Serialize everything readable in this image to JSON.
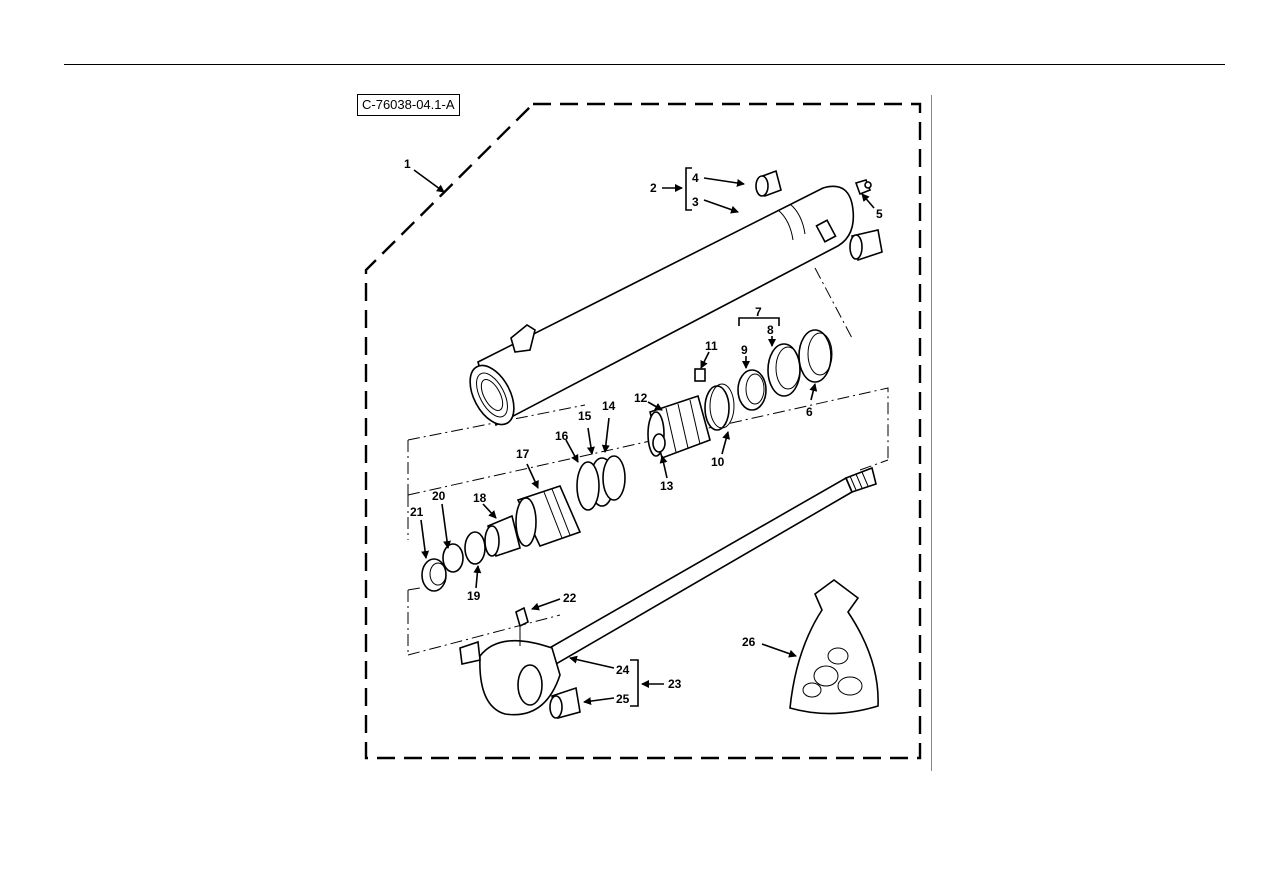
{
  "figure": {
    "id_label": "C-76038-04.1-A"
  },
  "callouts": {
    "c1": "1",
    "c2": "2",
    "c3": "3",
    "c4": "4",
    "c5": "5",
    "c6": "6",
    "c7": "7",
    "c8": "8",
    "c9": "9",
    "c10": "10",
    "c11": "11",
    "c12": "12",
    "c13": "13",
    "c14": "14",
    "c15": "15",
    "c16": "16",
    "c17": "17",
    "c18": "18",
    "c19": "19",
    "c20": "20",
    "c21": "21",
    "c22": "22",
    "c23": "23",
    "c24": "24",
    "c25": "25",
    "c26": "26"
  }
}
